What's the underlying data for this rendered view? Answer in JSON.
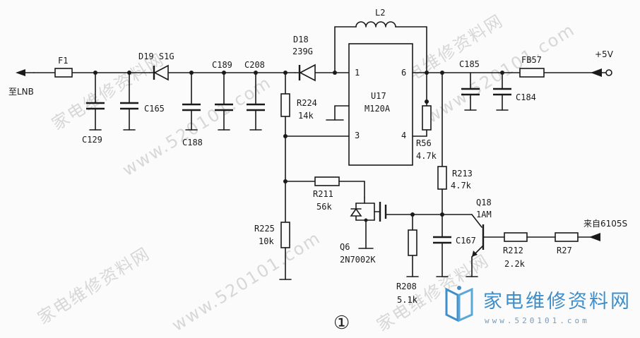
{
  "watermark": {
    "text": "家电维修资料网",
    "url_text": "www.520101.com"
  },
  "logo": {
    "text": "家电维修资料网",
    "url": "www.520101.com",
    "color": "#3f8ec9"
  },
  "ports": {
    "lnb": "至LNB",
    "supply": "+5V",
    "control_in": "来自6105S"
  },
  "ic": {
    "ref": "U17",
    "part": "M120A",
    "pin1": "1",
    "pin3": "3",
    "pin4": "4",
    "pin6": "6"
  },
  "components": {
    "F1": "F1",
    "D19": "D19  S1G",
    "D18_ref": "D18",
    "D18_val": "239G",
    "L2": "L2",
    "C129": "C129",
    "C165": "C165",
    "C188": "C188",
    "C189": "C189",
    "C208": "C208",
    "C185": "C185",
    "C184": "C184",
    "FB57": "FB57",
    "R224_ref": "R224",
    "R224_val": "14k",
    "R56_ref": "R56",
    "R56_val": "4.7k",
    "R213_ref": "R213",
    "R213_val": "4.7k",
    "Q18_ref": "Q18",
    "Q18_val": "1AM",
    "R211_ref": "R211",
    "R211_val": "56k",
    "R225_ref": "R225",
    "R225_val": "10k",
    "Q6_ref": "Q6",
    "Q6_val": "2N7002K",
    "C167": "C167",
    "R212_ref": "R212",
    "R212_val": "2.2k",
    "R27": "R27",
    "R208_ref": "R208",
    "R208_val": "5.1k"
  },
  "figure_label": "①"
}
